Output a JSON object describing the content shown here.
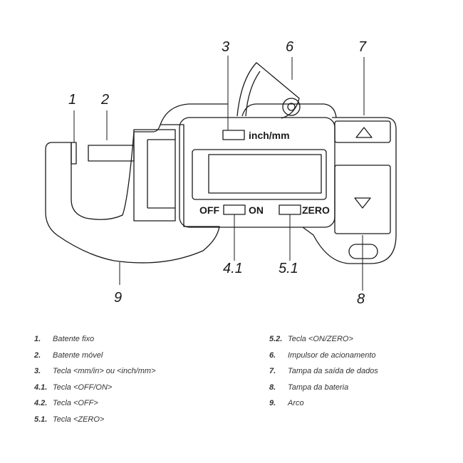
{
  "diagram": {
    "callouts": {
      "c1": "1",
      "c2": "2",
      "c3": "3",
      "c6": "6",
      "c7": "7",
      "c8": "8",
      "c9": "9",
      "c41": "4.1",
      "c51": "5.1"
    },
    "panel": {
      "inch_mm": "inch/mm",
      "off": "OFF",
      "on": "ON",
      "zero": "ZERO"
    }
  },
  "legend": {
    "left": [
      {
        "num": "1.",
        "text": "Batente fixo"
      },
      {
        "num": "2.",
        "text": "Batente móvel"
      },
      {
        "num": "3.",
        "text": "Tecla <mm/in> ou <inch/mm>"
      },
      {
        "num": "4.1.",
        "text": "Tecla <OFF/ON>"
      },
      {
        "num": "4.2.",
        "text": "Tecla <OFF>"
      },
      {
        "num": "5.1.",
        "text": "Tecla <ZERO>"
      }
    ],
    "right": [
      {
        "num": "5.2.",
        "text": "Tecla <ON/ZERO>"
      },
      {
        "num": "6.",
        "text": "Impulsor de acionamento"
      },
      {
        "num": "7.",
        "text": "Tampa da saída de dados"
      },
      {
        "num": "8.",
        "text": "Tampa da bateria"
      },
      {
        "num": "9.",
        "text": "Arco"
      }
    ]
  }
}
